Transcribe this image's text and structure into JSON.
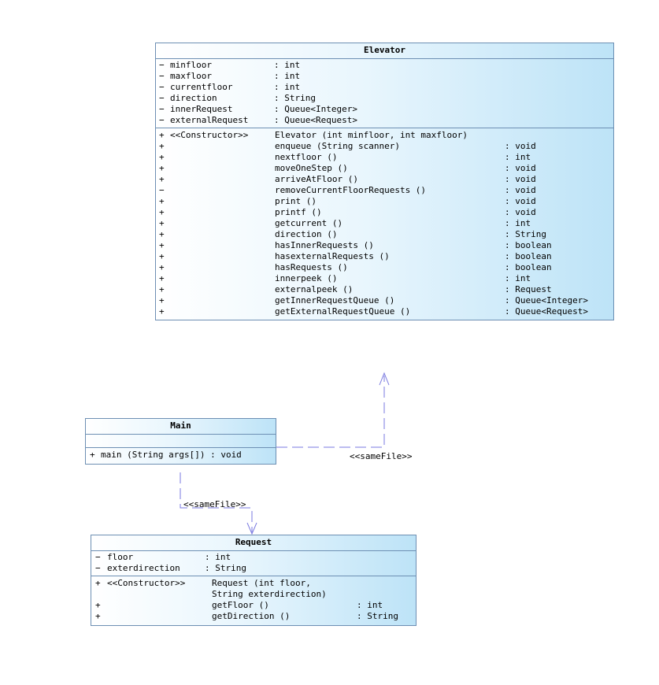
{
  "elevator": {
    "name": "Elevator",
    "attributes": [
      {
        "vis": "−",
        "name": "minfloor",
        "type": ": int"
      },
      {
        "vis": "−",
        "name": "maxfloor",
        "type": ": int"
      },
      {
        "vis": "−",
        "name": "currentfloor",
        "type": ": int"
      },
      {
        "vis": "−",
        "name": "direction",
        "type": ": String"
      },
      {
        "vis": "−",
        "name": "innerRequest",
        "type": ": Queue<Integer>"
      },
      {
        "vis": "−",
        "name": "externalRequest",
        "type": ": Queue<Request>"
      }
    ],
    "operations": [
      {
        "vis": "+",
        "stereo": "<<Constructor>>",
        "name": "Elevator (int minfloor, int maxfloor)",
        "ret": ""
      },
      {
        "vis": "+",
        "stereo": "",
        "name": "enqueue (String scanner)",
        "ret": ": void"
      },
      {
        "vis": "+",
        "stereo": "",
        "name": "nextfloor ()",
        "ret": ": int"
      },
      {
        "vis": "+",
        "stereo": "",
        "name": "moveOneStep ()",
        "ret": ": void"
      },
      {
        "vis": "+",
        "stereo": "",
        "name": "arriveAtFloor ()",
        "ret": ": void"
      },
      {
        "vis": "−",
        "stereo": "",
        "name": "removeCurrentFloorRequests ()",
        "ret": ": void"
      },
      {
        "vis": "+",
        "stereo": "",
        "name": "print ()",
        "ret": ": void"
      },
      {
        "vis": "+",
        "stereo": "",
        "name": "printf ()",
        "ret": ": void"
      },
      {
        "vis": "+",
        "stereo": "",
        "name": "getcurrent ()",
        "ret": ": int"
      },
      {
        "vis": "+",
        "stereo": "",
        "name": "direction ()",
        "ret": ": String"
      },
      {
        "vis": "+",
        "stereo": "",
        "name": "hasInnerRequests ()",
        "ret": ": boolean"
      },
      {
        "vis": "+",
        "stereo": "",
        "name": "hasexternalRequests ()",
        "ret": ": boolean"
      },
      {
        "vis": "+",
        "stereo": "",
        "name": "hasRequests ()",
        "ret": ": boolean"
      },
      {
        "vis": "+",
        "stereo": "",
        "name": "innerpeek ()",
        "ret": ": int"
      },
      {
        "vis": "+",
        "stereo": "",
        "name": "externalpeek ()",
        "ret": ": Request"
      },
      {
        "vis": "+",
        "stereo": "",
        "name": "getInnerRequestQueue ()",
        "ret": ": Queue<Integer>"
      },
      {
        "vis": "+",
        "stereo": "",
        "name": "getExternalRequestQueue ()",
        "ret": ": Queue<Request>"
      }
    ]
  },
  "main": {
    "name": "Main",
    "attributes": [],
    "operations": [
      {
        "vis": "+",
        "text": "main (String args[])  : void"
      }
    ]
  },
  "request": {
    "name": "Request",
    "attributes": [
      {
        "vis": "−",
        "name": "floor",
        "type": ": int"
      },
      {
        "vis": "−",
        "name": "exterdirection",
        "type": ": String"
      }
    ],
    "operations": [
      {
        "vis": "+",
        "stereo": "<<Constructor>>",
        "name": "Request (int floor,",
        "ret": ""
      },
      {
        "vis": "",
        "stereo": "",
        "name": "String exterdirection)",
        "ret": ""
      },
      {
        "vis": "+",
        "stereo": "",
        "name": "getFloor ()",
        "ret": ": int"
      },
      {
        "vis": "+",
        "stereo": "",
        "name": "getDirection ()",
        "ret": ": String"
      }
    ]
  },
  "relations": {
    "main_to_elevator": "<<sameFile>>",
    "main_to_request": "<<sameFile>>"
  },
  "colors": {
    "line": "#6d8fb3",
    "connector": "#7a7ae0"
  }
}
